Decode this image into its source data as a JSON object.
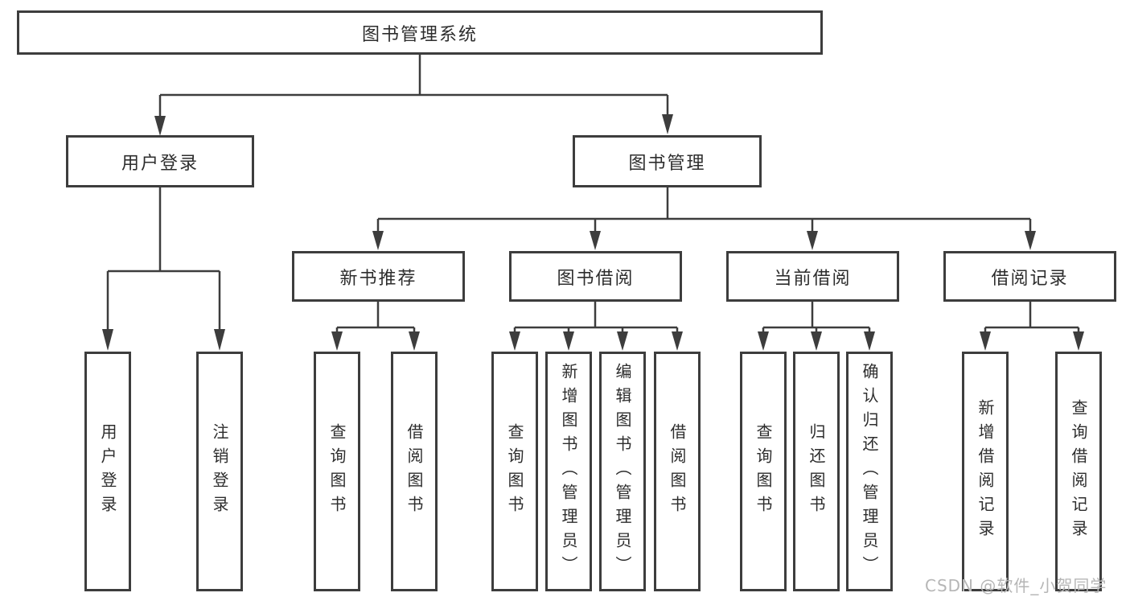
{
  "diagram": {
    "root": "图书管理系统",
    "level2": [
      "用户登录",
      "图书管理"
    ],
    "level3": [
      "新书推荐",
      "图书借阅",
      "当前借阅",
      "借阅记录"
    ],
    "leaves": [
      "用户登录",
      "注销登录",
      "查询图书",
      "借阅图书",
      "查询图书",
      "新增图书（管理员）",
      "编辑图书（管理员）",
      "借阅图书",
      "查询图书",
      "归还图书",
      "确认归还（管理员）",
      "新增借阅记录",
      "查询借阅记录"
    ]
  },
  "watermark": "CSDN @软件_小贺同学",
  "colors": {
    "line": "#3d3d3d",
    "text": "#2d2d2d",
    "watermark": "#b6b6b6",
    "background": "#ffffff"
  }
}
